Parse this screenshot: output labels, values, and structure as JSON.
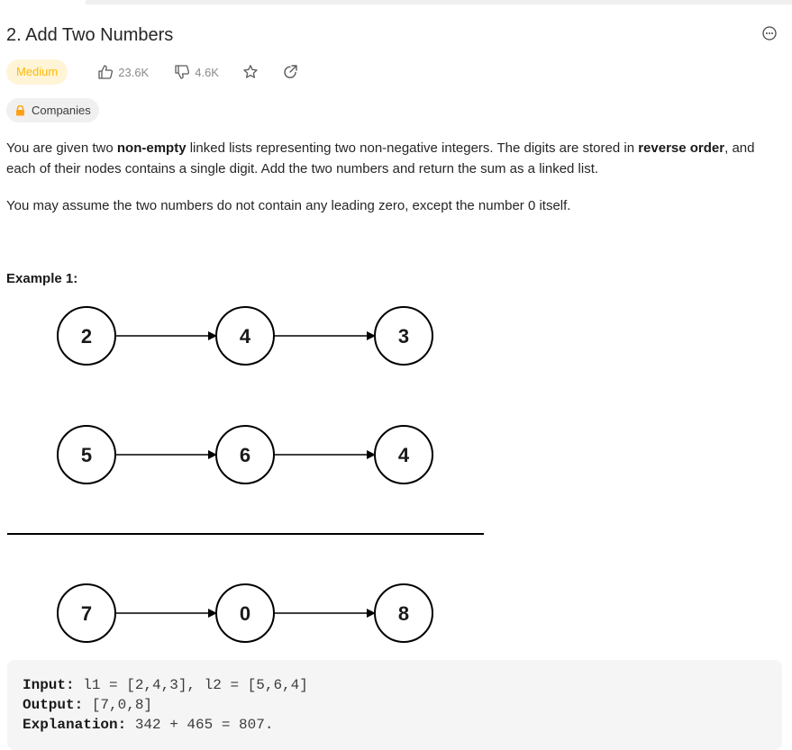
{
  "problem": {
    "title": "2. Add Two Numbers",
    "difficulty": "Medium",
    "likes": "23.6K",
    "dislikes": "4.6K",
    "companies_label": "Companies"
  },
  "description": {
    "p1_part1": "You are given two ",
    "p1_bold1": "non-empty",
    "p1_part2": " linked lists representing two non-negative integers. The digits are stored in ",
    "p1_bold2": "reverse order",
    "p1_part3": ", and each of their nodes contains a single digit. Add the two numbers and return the sum as a linked list.",
    "p2": "You may assume the two numbers do not contain any leading zero, except the number 0 itself."
  },
  "example": {
    "title": "Example 1:",
    "diagram": {
      "list1": [
        "2",
        "4",
        "3"
      ],
      "list2": [
        "5",
        "6",
        "4"
      ],
      "result": [
        "7",
        "0",
        "8"
      ]
    },
    "input_label": "Input:",
    "input_value": " l1 = [2,4,3], l2 = [5,6,4]",
    "output_label": "Output:",
    "output_value": " [7,0,8]",
    "explanation_label": "Explanation:",
    "explanation_value": " 342 + 465 = 807."
  },
  "colors": {
    "difficulty_bg": "#fff5d6",
    "difficulty_text": "#ffb800",
    "lock": "#ffa116"
  },
  "icons": [
    "more-icon",
    "thumbs-up-icon",
    "thumbs-down-icon",
    "star-icon",
    "share-icon",
    "lock-icon"
  ]
}
